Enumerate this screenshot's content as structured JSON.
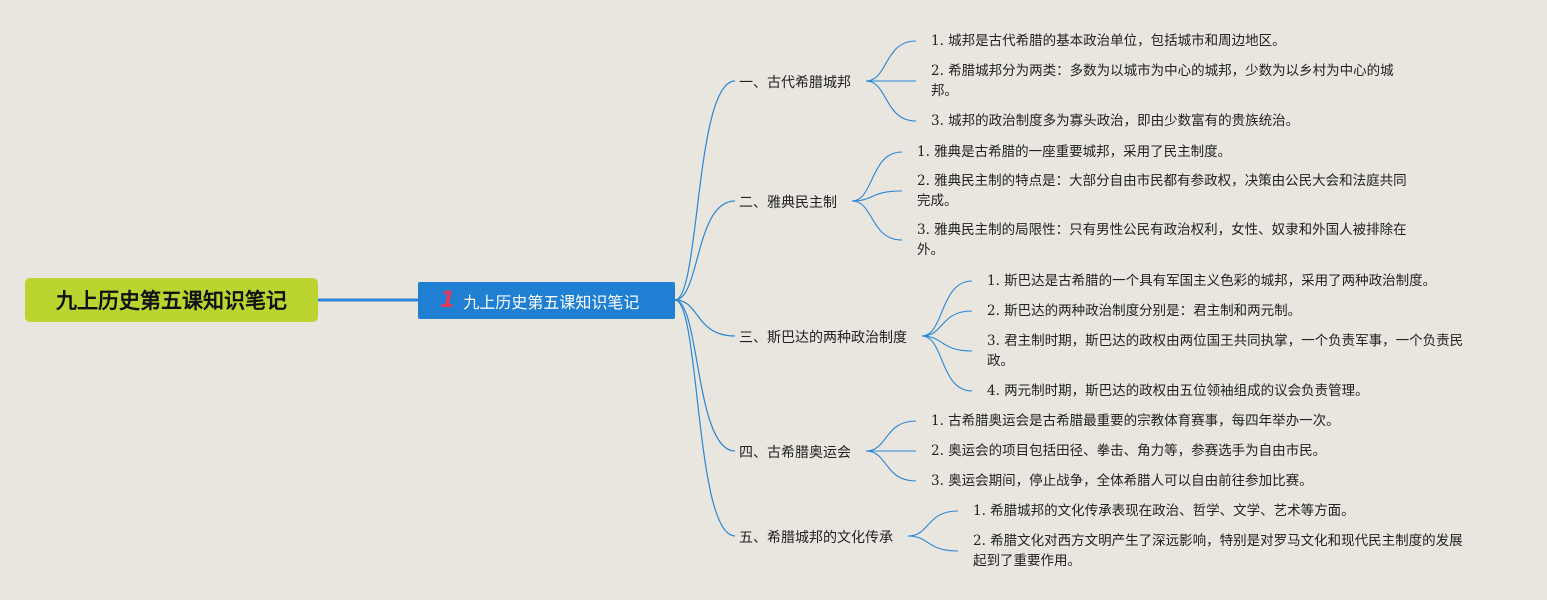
{
  "root": {
    "title": "九上历史第五课知识笔记"
  },
  "main": {
    "number": "1",
    "title": "九上历史第五课知识笔记"
  },
  "topics": [
    {
      "title": "一、古代希腊城邦",
      "items": [
        "1. 城邦是古代希腊的基本政治单位，包括城市和周边地区。",
        "2. 希腊城邦分为两类：多数为以城市为中心的城邦，少数为以乡村为中心的城邦。",
        "3. 城邦的政治制度多为寡头政治，即由少数富有的贵族统治。"
      ]
    },
    {
      "title": "二、雅典民主制",
      "items": [
        "1. 雅典是古希腊的一座重要城邦，采用了民主制度。",
        "2. 雅典民主制的特点是：大部分自由市民都有参政权，决策由公民大会和法庭共同完成。",
        "3. 雅典民主制的局限性：只有男性公民有政治权利，女性、奴隶和外国人被排除在外。"
      ]
    },
    {
      "title": "三、斯巴达的两种政治制度",
      "items": [
        "1. 斯巴达是古希腊的一个具有军国主义色彩的城邦，采用了两种政治制度。",
        "2. 斯巴达的两种政治制度分别是：君主制和两元制。",
        "3. 君主制时期，斯巴达的政权由两位国王共同执掌，一个负责军事，一个负责民政。",
        "4. 两元制时期，斯巴达的政权由五位领袖组成的议会负责管理。"
      ]
    },
    {
      "title": "四、古希腊奥运会",
      "items": [
        "1. 古希腊奥运会是古希腊最重要的宗教体育赛事，每四年举办一次。",
        "2. 奥运会的项目包括田径、拳击、角力等，参赛选手为自由市民。",
        "3. 奥运会期间，停止战争，全体希腊人可以自由前往参加比赛。"
      ]
    },
    {
      "title": "五、希腊城邦的文化传承",
      "items": [
        "1. 希腊城邦的文化传承表现在政治、哲学、文学、艺术等方面。",
        "2. 希腊文化对西方文明产生了深远影响，特别是对罗马文化和现代民主制度的发展起到了重要作用。"
      ]
    }
  ],
  "colors": {
    "background": "#e8e6df",
    "root_fill": "#bcd430",
    "main_fill": "#1e7fd3",
    "number": "#e8385a",
    "connector": "#2a86d6"
  }
}
